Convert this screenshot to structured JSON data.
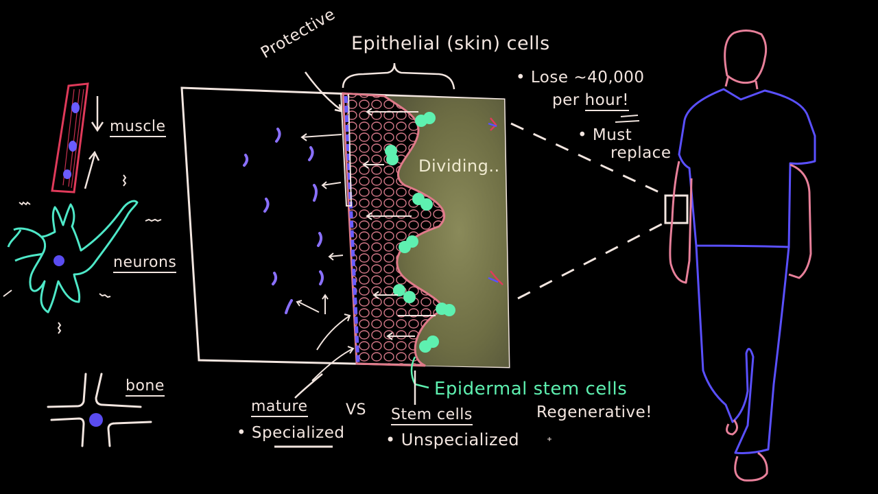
{
  "title": "Epithelial (skin) cells",
  "labels": {
    "protective": "Protective",
    "lose_rate_line1": "Lose ~40,000",
    "lose_rate_line2_prefix": "per ",
    "lose_rate_line2_emph": "hour!",
    "must_line1": "Must",
    "must_line2": "replace",
    "dividing": "Dividing..",
    "muscle": "muscle",
    "neurons": "neurons",
    "bone": "bone",
    "mature": "mature",
    "vs": "VS",
    "stem_cells": "Stem cells",
    "specialized": "Specialized",
    "unspecialized": "Unspecialized",
    "epidermal_stem_cells": "Epidermal stem cells",
    "regenerative": "Regenerative!"
  },
  "colors": {
    "background": "#000000",
    "chalk": "#f3e6e0",
    "epidermis_pink": "#e07a8a",
    "dermis": "#7a7a4a",
    "stem_green": "#5ef0b0",
    "nucleus_blue": "#6a5cff",
    "muscle_red": "#e03a5a",
    "neuron_teal": "#4ee8c8",
    "shirt_blue": "#5a50ff",
    "skin_pink": "#e8809a"
  }
}
